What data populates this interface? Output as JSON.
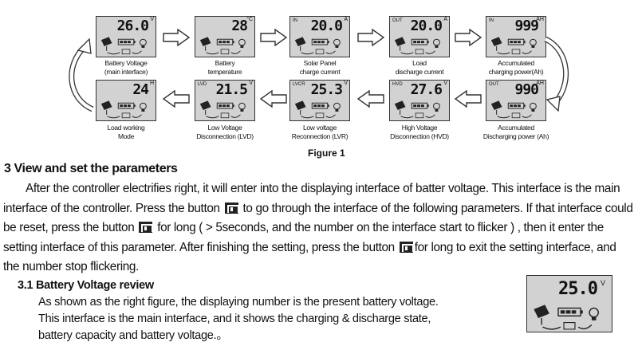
{
  "figure": {
    "label": "Figure 1",
    "panels": [
      {
        "value": "26.0",
        "unit": "V",
        "tag": "",
        "caption_l1": "Battery Voltage",
        "caption_l2": "(main interface)"
      },
      {
        "value": "28",
        "unit": "°C",
        "tag": "",
        "caption_l1": "Battery",
        "caption_l2": "temperature"
      },
      {
        "value": "20.0",
        "unit": "A",
        "tag": "IN",
        "caption_l1": "Solar Panel",
        "caption_l2": "charge current"
      },
      {
        "value": "20.0",
        "unit": "A",
        "tag": "OUT",
        "caption_l1": "Load",
        "caption_l2": "discharge current"
      },
      {
        "value": "999",
        "unit": "AH",
        "tag": "IN",
        "caption_l1": "Accumulated",
        "caption_l2": "charging power(Ah)"
      },
      {
        "value": "24",
        "unit": "H",
        "tag": "",
        "caption_l1": "Load working",
        "caption_l2": "Mode"
      },
      {
        "value": "21.5",
        "unit": "V",
        "tag": "LVD",
        "caption_l1": "Low Voltage",
        "caption_l2": "Disconnection (LVD)"
      },
      {
        "value": "25.3",
        "unit": "V",
        "tag": "LVCR",
        "caption_l1": "Low voltage",
        "caption_l2": "Reconnection (LVR)"
      },
      {
        "value": "27.6",
        "unit": "V",
        "tag": "HVD",
        "caption_l1": "High Voltage",
        "caption_l2": "Disconnection (HVD)"
      },
      {
        "value": "990",
        "unit": "AH",
        "tag": "OUT",
        "caption_l1": "Accumulated",
        "caption_l2": "Discharging power (Ah)"
      }
    ]
  },
  "section3": {
    "heading": "3 View and set the parameters",
    "p1": "After the controller electrifies right, it will enter into the displaying interface of batter voltage. This interface is the main interface of the controller. Press the button",
    "p2": "to go through the interface of the following parameters. If that interface could be reset, press the button",
    "p3": "for long ( > 5seconds, and the number on the interface start to flicker ) , then it enter the setting interface of this parameter. After finishing the setting, press the button",
    "p4": "for long to exit the setting interface, and the number stop flickering."
  },
  "section31": {
    "heading": "3.1 Battery Voltage review",
    "line1": "As shown as the right figure, the displaying number is the present battery voltage.",
    "line2": "This interface is the main interface, and it shows the charging & discharge state,",
    "line3": "battery capacity and battery voltage.。",
    "lcd_value": "25.0",
    "lcd_unit": "V"
  }
}
